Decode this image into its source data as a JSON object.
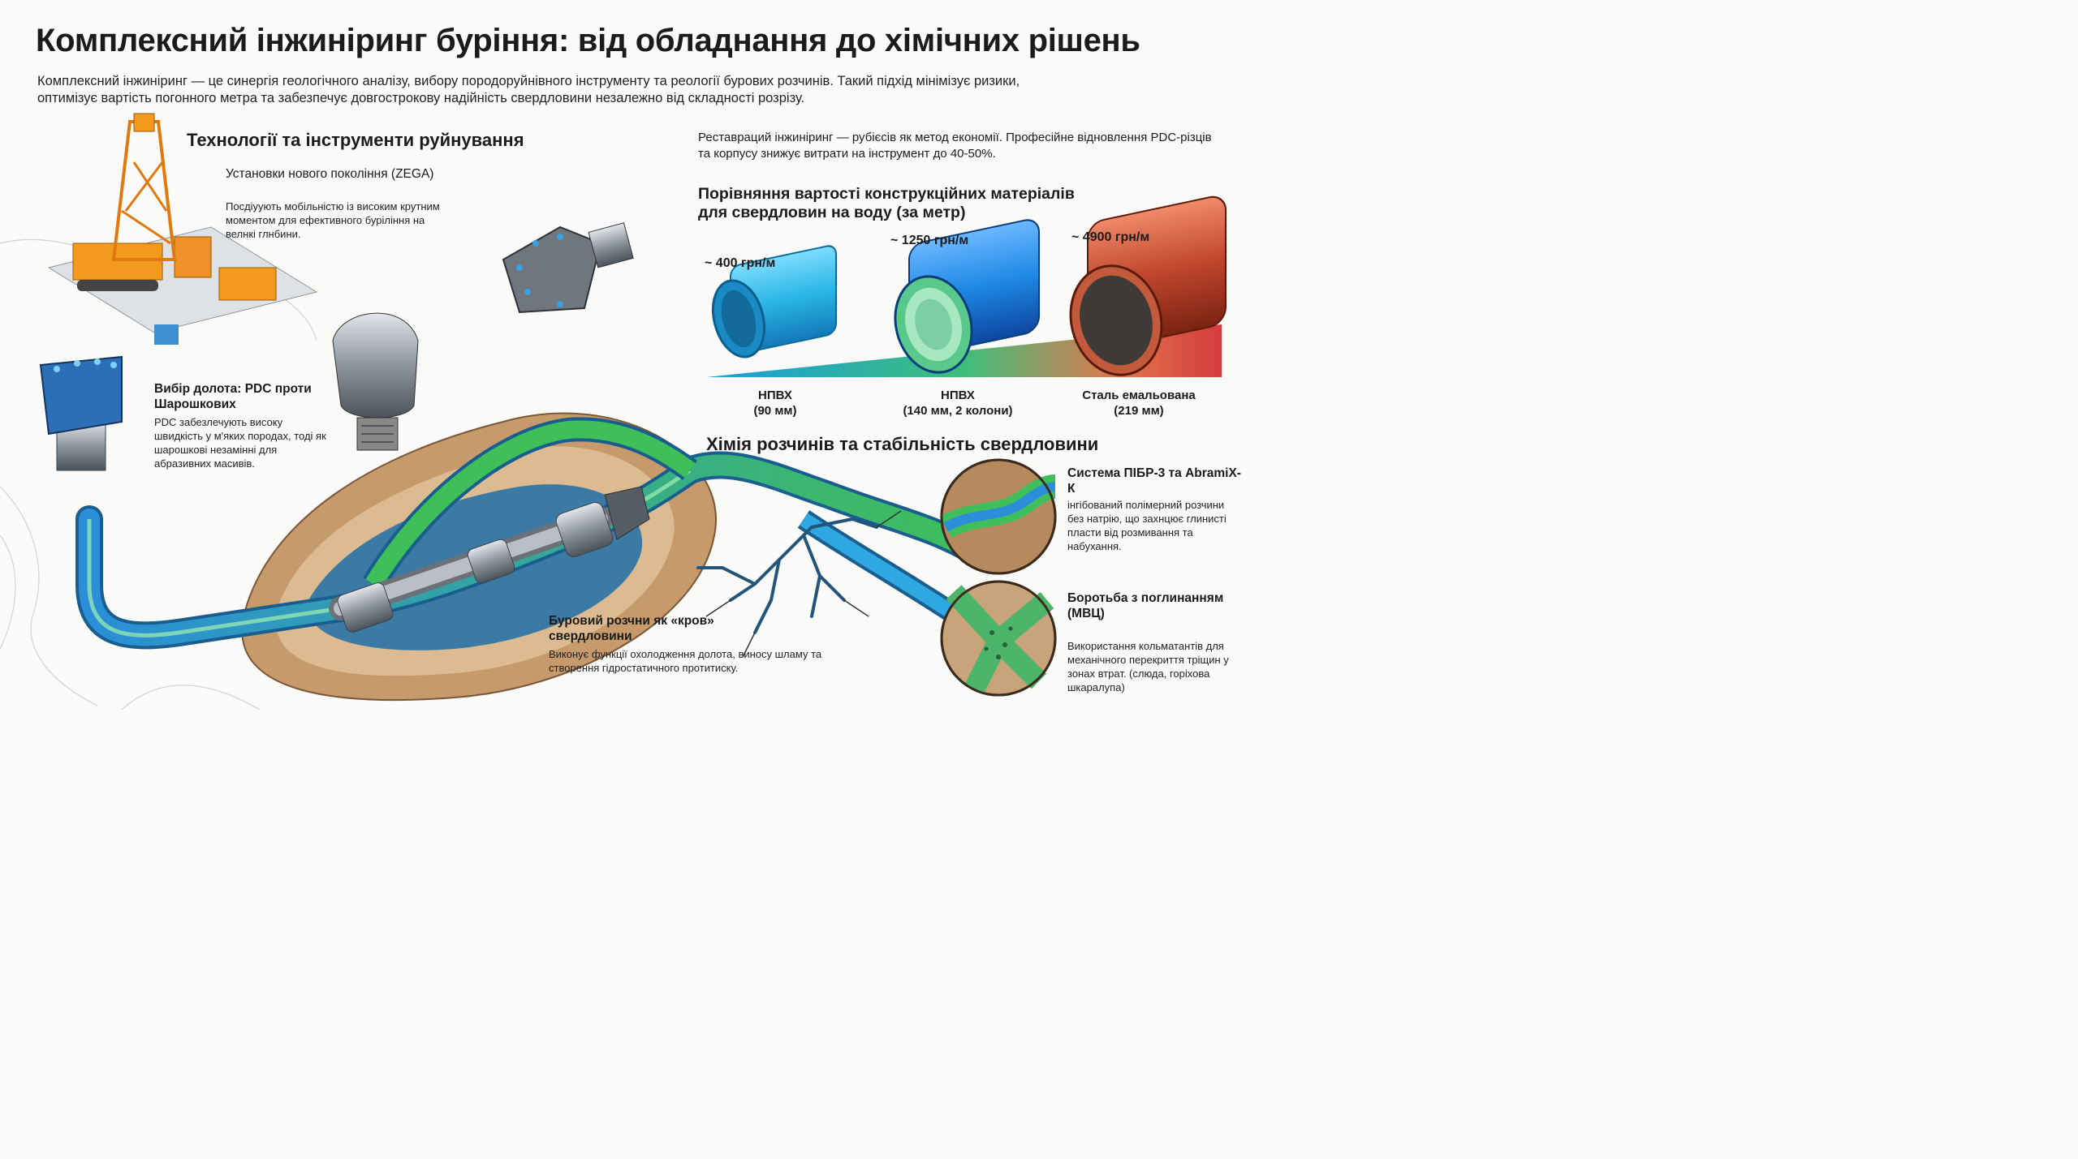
{
  "title": "Комплексний інжиніринг буріння: від обладнання до хімічних рішень",
  "intro": "Комплексний інжиніринг — це синергія геологічного аналізу, вибору породоруйнівного інструменту та реології бурових розчинів. Такий підхід мінімізує ризики, оптимізує вартість погонного метра та забезпечує довгострокову надійність свердловини незалежно від складності розрізу.",
  "technology": {
    "title": "Технології та інструменти руйнування",
    "rigs_title": "Установки нового покоління (ZEGA)",
    "rigs_text": "Посдіуують мобільністю із високим крутним моментом для ефективного буріління на велнкі глнбини.",
    "bits_title": "Вибір долота: PDC проти Шарошкових",
    "bits_text": "PDC забезлечують високу швидкість у м'яких породах, тоді як шарошкові незамінні для абразивних масивів."
  },
  "restoration": {
    "text": "Реставраций інжиніринг — рубієсів як метод економії. Професійне відновлення PDC-різців та корпусу знижує витрати на інструмент до 40-50%."
  },
  "comparison": {
    "title_line1": "Порівняння вартості конструкційних матеріалів",
    "title_line2": "для свердловин на воду (за метр)",
    "items": [
      {
        "price": "~ 400 грн/м",
        "label1": "НПВХ",
        "label2": "(90 мм)",
        "color": "#29b6e6"
      },
      {
        "price": "~ 1250 грн/м",
        "label1": "НПВХ",
        "label2": "(140 мм, 2 колони)",
        "color": "#1e88e5"
      },
      {
        "price": "~ 4900 грн/м",
        "label1": "Сталь емальована",
        "label2": "(219 мм)",
        "color": "#c0452c"
      }
    ]
  },
  "chemistry": {
    "title": "Хімія розчинів та стабільність свердловини",
    "system_title": "Система ПІБР-3 та AbramiX-К",
    "system_text": "інгібований полімерний розчини без натрію, що захнцює глинисті пласти від розмивання та набухання.",
    "loss_title": "Боротьба з поглинанням (МВЦ)",
    "loss_text": "Використання кольматантів для механічного перекриття тріщин у зонах втрат. (слюда, горіхова шкаралупа)",
    "blood_title": "Буровий розчни як «кров» свердловини",
    "blood_text": "Виконує функції охолодження долота, виносу шламу та створення гідростатичного протитиску."
  },
  "colors": {
    "fluid_green": "#3fbf5a",
    "fluid_blue": "#2a8fd8",
    "soil_brown": "#a7784e",
    "rig_orange": "#f39a1e"
  }
}
